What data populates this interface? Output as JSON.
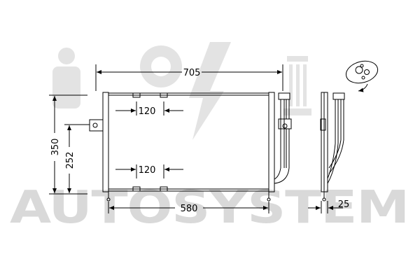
{
  "watermark": {
    "text": "AUTOSYSTEM"
  },
  "dimensions": {
    "overall_width": "705",
    "core_width": "580",
    "overall_height": "350",
    "core_height": "252",
    "bracket_spacing_top": "120",
    "bracket_spacing_bottom": "120",
    "depth": "25"
  },
  "colors": {
    "line": "#000000",
    "watermark": "#d9d9d9"
  }
}
